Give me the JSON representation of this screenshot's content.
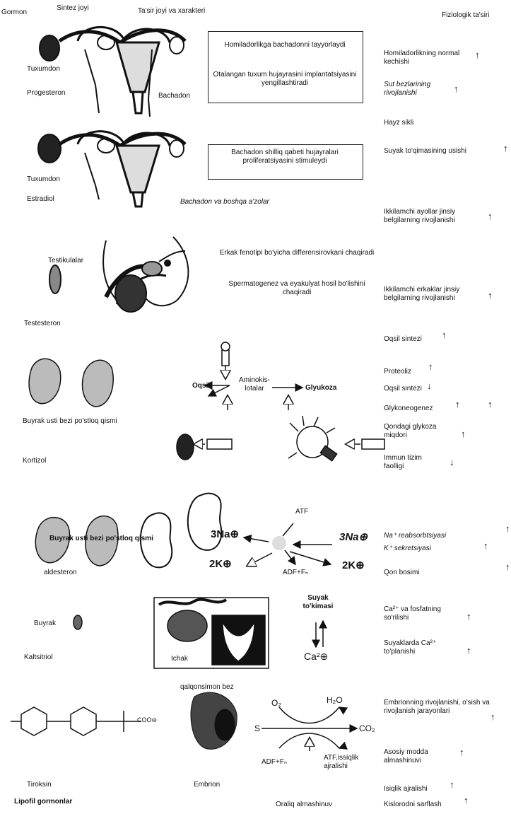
{
  "header": {
    "gormon": "Gormon",
    "sintez_joyi": "Sintez joyi",
    "tasir_joyi": "Ta'sir joyi va xarakteri",
    "fiziologik": "Fiziologik ta'siri"
  },
  "arrows": {
    "up": "↑",
    "down": "↓"
  },
  "progesteron": {
    "organ": "Tuxumdon",
    "hormone": "Progesteron",
    "target": "Bachadon",
    "box_line1": "Homiladorlikga bachadonni tayyorlaydi",
    "box_line2": "Otalangan tuxum hujayrasini implantatsiyasini yengillashtiradi",
    "effect1": "Homiladorlikning normal kechishi",
    "effect2": "Sut bezlarining rivojlanishi",
    "effect3": "Hayz sikli"
  },
  "estradiol": {
    "organ": "Tuxumdon",
    "hormone": "Estradiol",
    "target": "Bachadon va boshqa a'zolar",
    "box_text": "Bachadon shilliq qabeti hujayralari proliferatsiyasini stimuleydi",
    "effect1": "Suyak to'qimasining usishi",
    "effect2": "Ikkilamchi ayollar jinsiy belgilarning rivojlanishi"
  },
  "testosteron": {
    "organ": "Testikulalar",
    "hormone": "Testesteron",
    "text1": "Erkak fenotipi bo'yicha differensirovkani chaqiradi",
    "text2": "Spermatogenez va eyakulyat hosil bo'lishini chaqiradi",
    "effect1": "Ikkilamchi erkaklar jinsiy belgilarning rivojlanishi",
    "effect2": "Oqsil sintezi"
  },
  "kortizol": {
    "organ": "Buyrak usti bezi po'stloq qismi",
    "hormone": "Kortizol",
    "oqsil": "Oqsil",
    "aminokislotalar": "Aminokis-lotalar",
    "glyukoza": "Glyukoza",
    "effect1": "Proteoliz",
    "effect2": "Oqsil sintezi",
    "effect3": "Glykoneogenez",
    "effect4": "Qondagi glykoza miqdori",
    "effect5": "Immun tizim faolligi"
  },
  "aldesteron": {
    "organ": "Buyrak usti bezi po'stloq qismi",
    "hormone": "aldesteron",
    "atf": "ATF",
    "na_left": "3Na⊕",
    "na_right": "3Na⊕",
    "k_left": "2K⊕",
    "k_right": "2K⊕",
    "adf": "ADF+Fₙ",
    "effect1": "Na⁺ reabsorbtsiyasi",
    "effect2": "K⁺ sekretsiyasi",
    "effect3": "Qon bosimi"
  },
  "kaltsitriol": {
    "organ": "Buyrak",
    "hormone": "Kaltsitriol",
    "ichak": "Ichak",
    "suyak": "Suyak to'kimasi",
    "ca": "Ca²⊕",
    "effect1": "Ca²⁺ va fosfatning so'rilishi",
    "effect2": "Suyaklarda Ca²⁺ to'planishi"
  },
  "tiroksin": {
    "organ": "qalqonsimon bez",
    "hormone": "Tiroksin",
    "embrion": "Embrion",
    "group": "Lipofil gormonlar",
    "o2": "O₂",
    "h2o": "H₂O",
    "s": "S",
    "co2": "CO₂",
    "adf": "ADF+Fₙ",
    "atf": "ATF,issiqlik ajralishi",
    "center": "Oraliq almashinuv",
    "coo": "COO⊖",
    "effect1": "Embrionning rivojlanishi, o'sish va rivojlanish jarayonlari",
    "effect2": "Asosiy modda almashinuvi",
    "effect3": "Isiqlik ajralishi",
    "effect4": "Kislorodni sarflash"
  }
}
